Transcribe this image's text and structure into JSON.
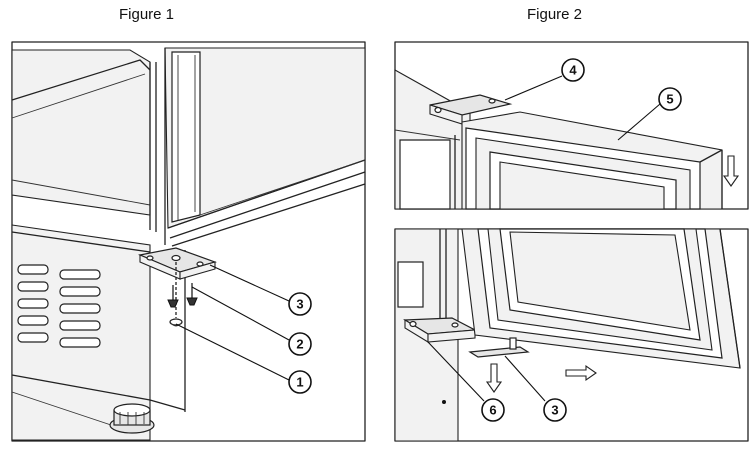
{
  "figures": [
    {
      "title": "Figure 1",
      "callouts": [
        "3",
        "2",
        "1"
      ]
    },
    {
      "title": "Figure 2",
      "callouts": [
        "4",
        "5",
        "6",
        "3"
      ]
    }
  ]
}
